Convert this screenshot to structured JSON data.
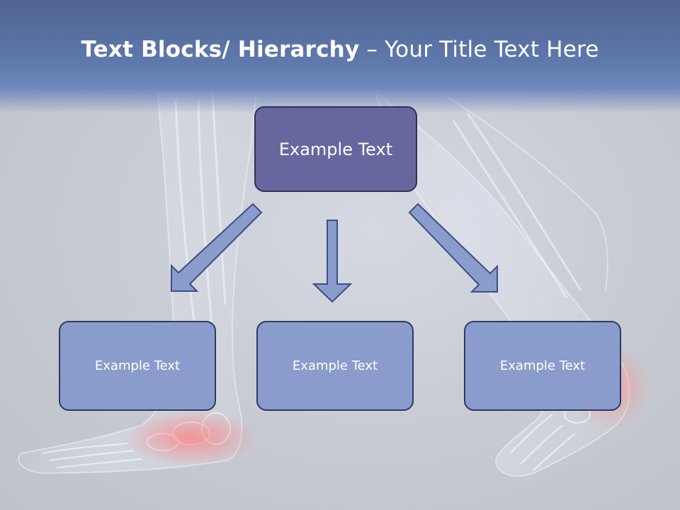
{
  "slide": {
    "title_bold": "Text Blocks/ Hierarchy",
    "title_rest": " – Your Title Text Here",
    "top_box": "Example Text",
    "child_boxes": [
      "Example Text",
      "Example Text",
      "Example Text"
    ]
  },
  "colors": {
    "header": "#5f79ad",
    "top_box": "#6767a0",
    "child_box": "#8a9ccb",
    "arrow_fill": "#8a9ccb",
    "arrow_stroke": "#3c4f86"
  },
  "icons": {
    "background_art": "x-ray-legs-and-feet"
  }
}
